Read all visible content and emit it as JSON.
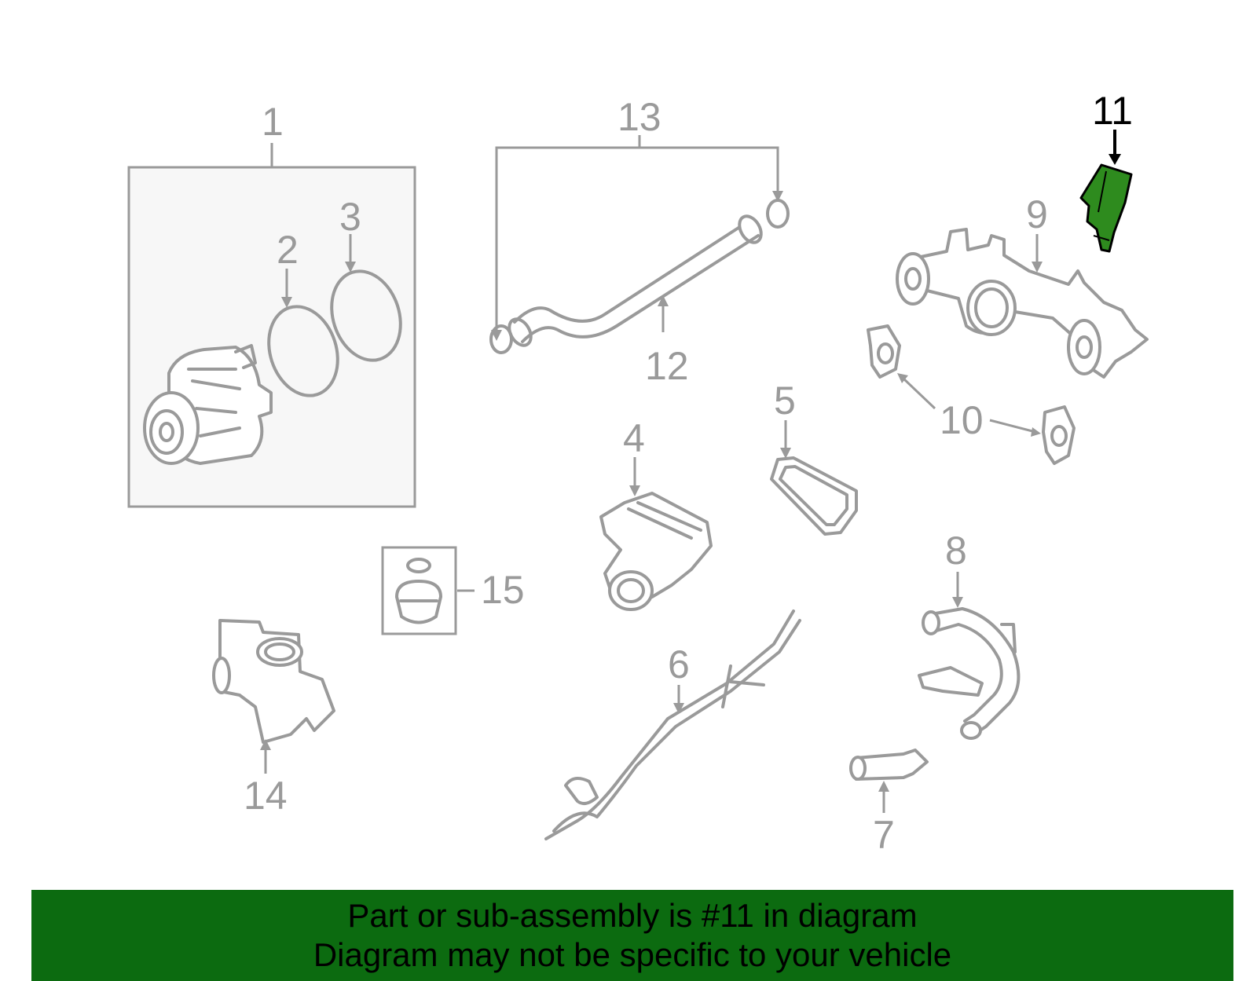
{
  "callouts": {
    "c1": "1",
    "c2": "2",
    "c3": "3",
    "c4": "4",
    "c5": "5",
    "c6": "6",
    "c7": "7",
    "c8": "8",
    "c9": "9",
    "c10": "10",
    "c11": "11",
    "c12": "12",
    "c13": "13",
    "c14": "14",
    "c15": "15"
  },
  "highlighted_part": "11",
  "colors": {
    "highlight": "#2e8b1e",
    "banner": "#0c6b10",
    "part_lines": "#9a9a9a"
  },
  "banner": {
    "line1": "Part or sub-assembly is #11 in diagram",
    "line2": "Diagram may not be specific to your vehicle"
  }
}
